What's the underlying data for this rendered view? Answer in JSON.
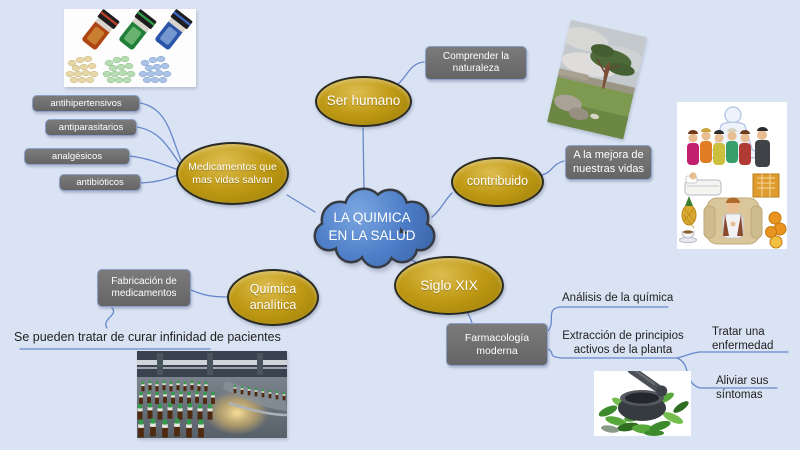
{
  "app": {
    "type": "mind-map",
    "background": "#dae3f3"
  },
  "center": {
    "label": "LA QUIMICA EN LA SALUD"
  },
  "topics": {
    "ser_humano": "Ser humano",
    "medicamentos": "Medicamentos que mas vidas salvan",
    "contribuido": "contribuido",
    "quimica_analitica": "Química analítica",
    "siglo_xix": "Siglo XIX"
  },
  "boxes": {
    "comprender": "Comprender la naturaleza",
    "mejora": "A la mejora de nuestras vidas",
    "fabricacion": "Fabricación de medicamentos",
    "farmacologia": "Farmacología moderna",
    "antihipertensivos": "antihipertensivos",
    "antiparasitarios": "antiparasitarios",
    "analgesicos": "analgésicos",
    "antibioticos": "antibióticos"
  },
  "labels": {
    "analisis": "Análisis de la química",
    "extraccion": "Extracción de principios activos de la planta",
    "tratar": "Tratar una enfermedad",
    "aliviar": "Aliviar sus síntomas",
    "pacientes": "Se pueden tratar de curar infinidad de pacientes"
  },
  "images": {
    "pills": "pill-bottles-photo",
    "tree": "tree-landscape-photo",
    "people": "people-daily-life-illustration",
    "factory": "medicine-production-line-photo",
    "herbs": "mortar-and-herbs-photo"
  },
  "colors": {
    "background": "#dae3f3",
    "cloud_blue": "#4a7cc9",
    "topic_gold": "#b8920e",
    "box_gray": "#6f6f6f",
    "connector": "#6787cc"
  }
}
